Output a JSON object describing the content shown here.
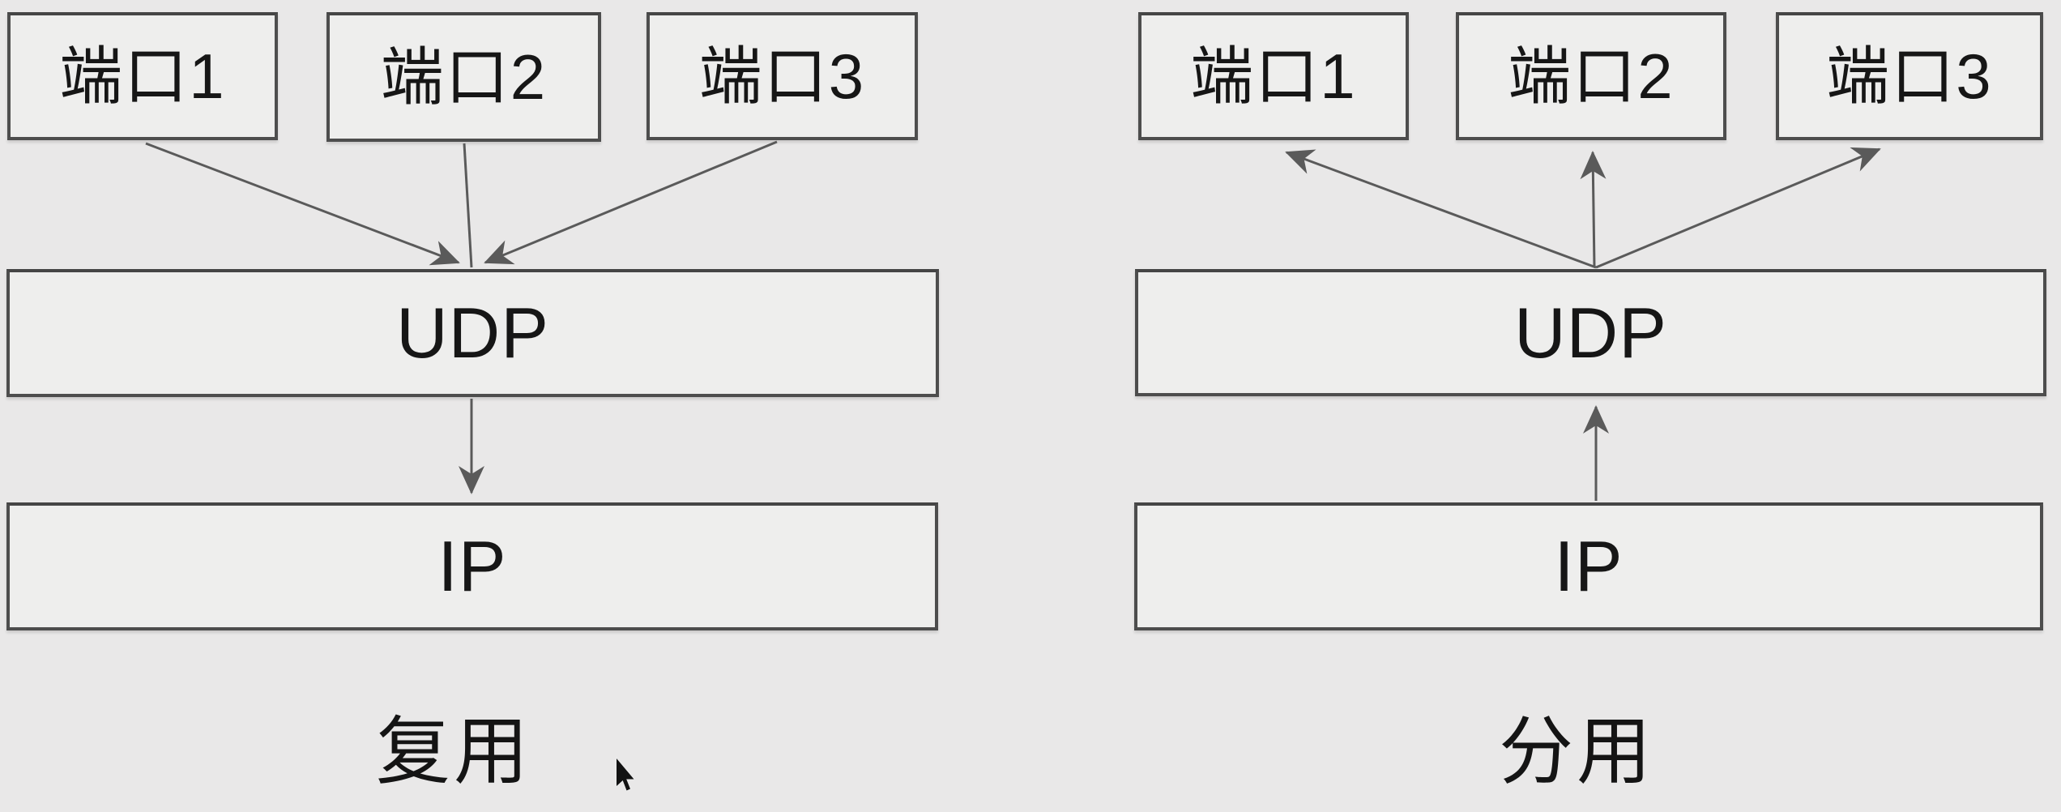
{
  "left": {
    "ports": [
      {
        "label": "端口1"
      },
      {
        "label": "端口2"
      },
      {
        "label": "端口3"
      }
    ],
    "udp": "UDP",
    "ip": "IP",
    "caption": "复用"
  },
  "right": {
    "ports": [
      {
        "label": "端口1"
      },
      {
        "label": "端口2"
      },
      {
        "label": "端口3"
      }
    ],
    "udp": "UDP",
    "ip": "IP",
    "caption": "分用"
  },
  "colors": {
    "background": "#e9e8e8",
    "box_fill": "#eeeeed",
    "box_border": "#4d4d4d",
    "arrow": "#5a5a5a",
    "text": "#161616"
  },
  "icons": {
    "cursor": "mouse-pointer-arrow"
  }
}
